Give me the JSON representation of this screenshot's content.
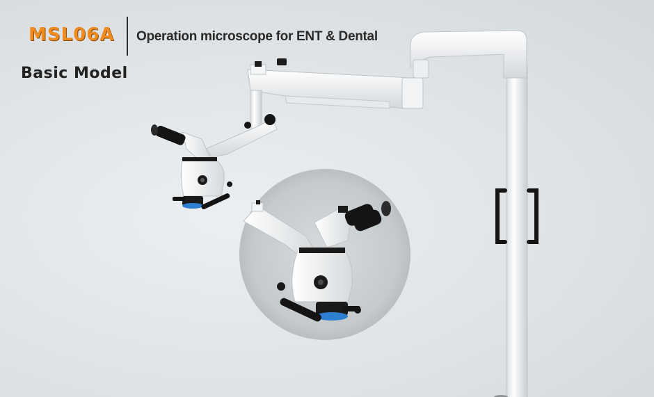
{
  "header": {
    "model_code": "MSL06A",
    "subtitle": "Operation microscope for ENT & Dental",
    "model_name": "Basic Model"
  },
  "colors": {
    "accent": "#f08b1f",
    "text": "#2a2a2a",
    "body_white": "#f5f6f7",
    "dark_parts": "#1a1a1a",
    "lens_blue": "#2d7fd1"
  },
  "icons": {
    "microscope_main": "microscope-icon",
    "microscope_detail": "microscope-detail-icon"
  }
}
